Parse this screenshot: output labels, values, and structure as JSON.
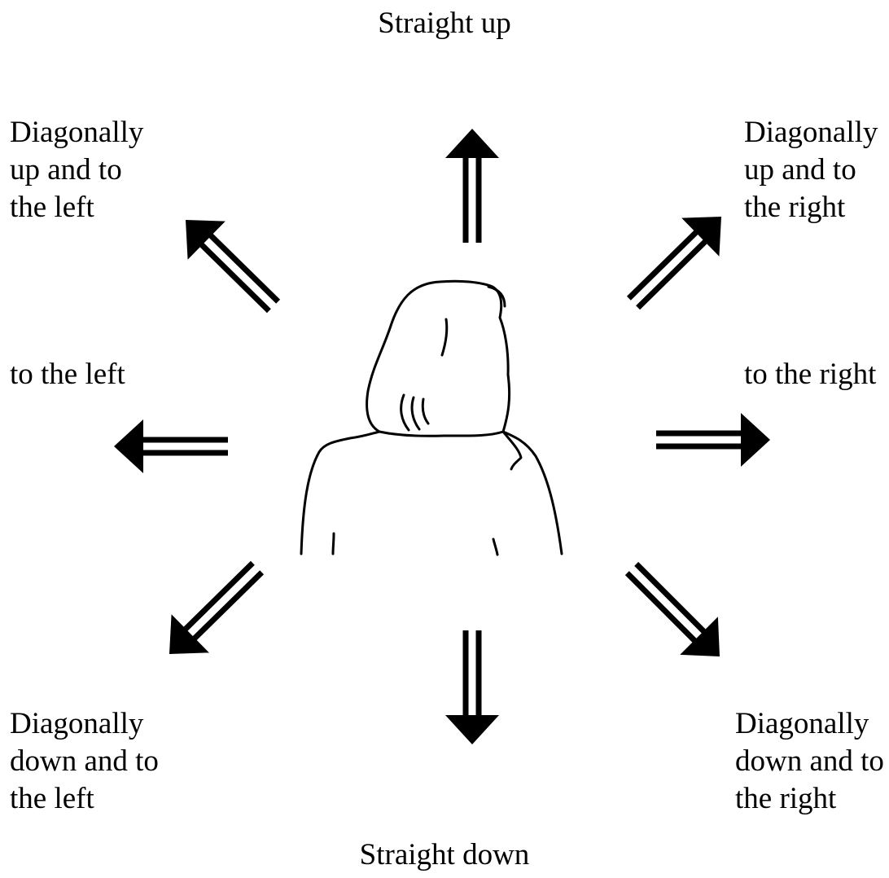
{
  "labels": {
    "up": "Straight up",
    "down": "Straight down",
    "left": "to the left",
    "right": "to the right",
    "up_left": [
      "Diagonally",
      "up and to",
      "the left"
    ],
    "up_right": [
      "Diagonally",
      "up and to",
      "the right"
    ],
    "down_left": [
      "Diagonally",
      "down and to",
      "the left"
    ],
    "down_right": [
      "Diagonally",
      "down and to",
      "the right"
    ]
  },
  "arrows": [
    {
      "name": "arrow-up",
      "direction": "up"
    },
    {
      "name": "arrow-up-right",
      "direction": "up-right"
    },
    {
      "name": "arrow-right",
      "direction": "right"
    },
    {
      "name": "arrow-down-right",
      "direction": "down-right"
    },
    {
      "name": "arrow-down",
      "direction": "down"
    },
    {
      "name": "arrow-down-left",
      "direction": "down-left"
    },
    {
      "name": "arrow-left",
      "direction": "left"
    },
    {
      "name": "arrow-up-left",
      "direction": "up-left"
    }
  ],
  "figure": {
    "icon": "person-from-behind-icon"
  },
  "colors": {
    "ink": "#000000",
    "background": "#ffffff"
  }
}
